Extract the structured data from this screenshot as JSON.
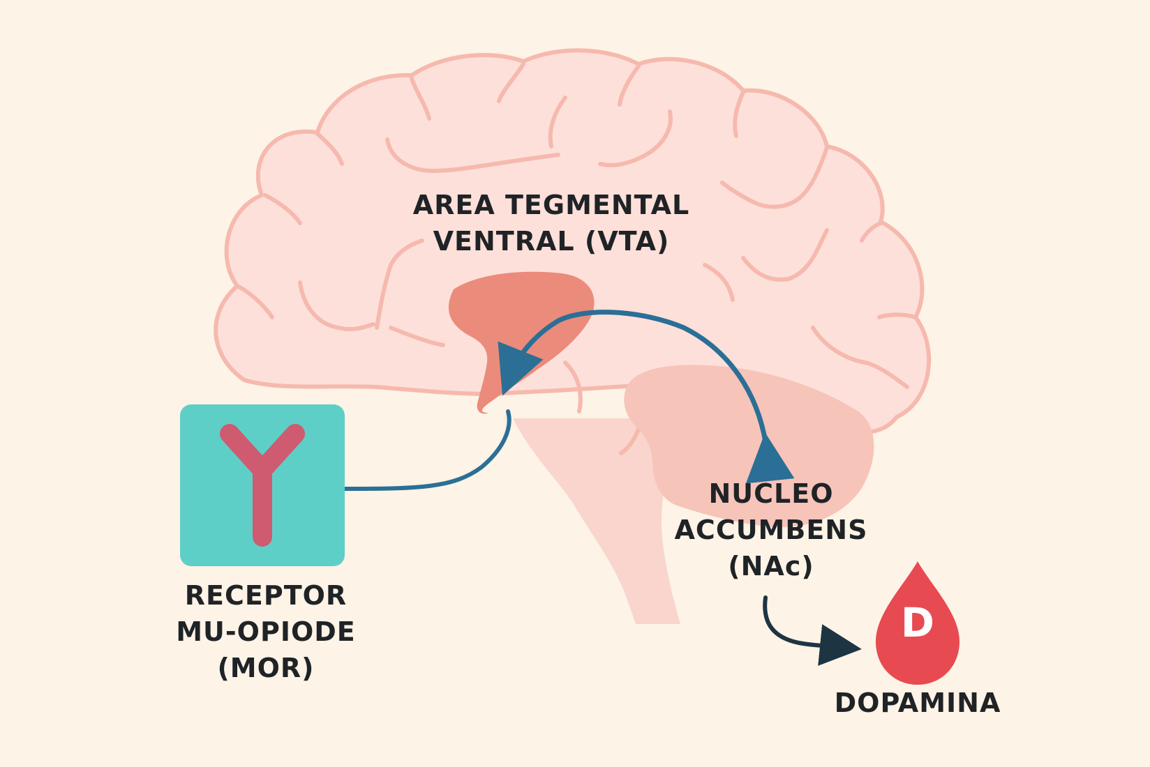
{
  "labels": {
    "vta": [
      "AREA TEGMENTAL",
      "VENTRAL (VTA)"
    ],
    "nac": [
      "NUCLEO",
      "ACCUMBENS",
      "(NAc)"
    ],
    "mor": [
      "RECEPTOR",
      "MU-OPIODE",
      "(MOR)"
    ],
    "dopamine": "DOPAMINA",
    "dopamine_symbol": "D"
  },
  "icons": {
    "receptor": "y-receptor-icon",
    "dopamine": "droplet-icon"
  },
  "colors": {
    "background": "#fdf3e6",
    "brain_fill": "#fde0da",
    "brain_outline": "#f6b9ae",
    "vta_fill": "#eb8b7b",
    "nac_fill": "#f7c4b9",
    "brainstem_fill": "#f9d5cd",
    "pathway_arrow": "#2b6f96",
    "release_arrow": "#1d3443",
    "receptor_box": "#5ecfc7",
    "receptor_symbol": "#cf5b70",
    "dopamine_drop": "#e84a52",
    "text": "#1f2326"
  }
}
